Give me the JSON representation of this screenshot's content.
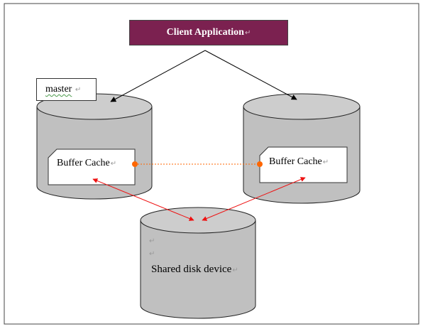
{
  "client_application": {
    "label": "Client Application"
  },
  "master_tag": {
    "label": "master"
  },
  "left_node": {
    "cache_label": "Buffer Cache"
  },
  "right_node": {
    "cache_label": "Buffer Cache"
  },
  "shared_disk": {
    "label": "Shared disk device"
  },
  "paragraph_mark": "↵",
  "colors": {
    "title_fill": "#7b2150",
    "cylinder_fill": "#c0c0c0",
    "cylinder_top": "#cdcdcd",
    "connector_dots": "#ff6600",
    "sync_arrows": "#ee1111",
    "request_arrows": "#000000"
  }
}
